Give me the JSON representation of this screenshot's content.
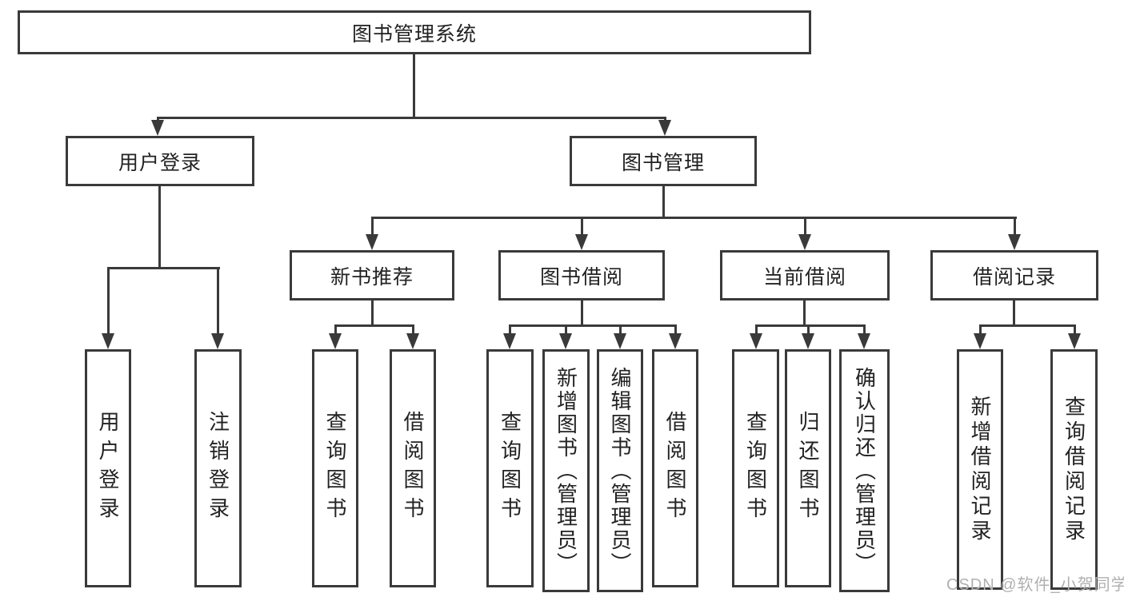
{
  "colors": {
    "line": "#3a3a3a",
    "text": "#222222",
    "box_background": "#ffffff",
    "watermark": "#b0b0b0"
  },
  "diagram": {
    "root": "图书管理系统",
    "branches": [
      {
        "label": "用户登录",
        "leaves": [
          "用户登录",
          "注销登录"
        ]
      },
      {
        "label": "图书管理",
        "sections": [
          {
            "label": "新书推荐",
            "leaves": [
              "查询图书",
              "借阅图书"
            ]
          },
          {
            "label": "图书借阅",
            "leaves": [
              "查询图书",
              "新增图书（管理员）",
              "编辑图书（管理员）",
              "借阅图书"
            ]
          },
          {
            "label": "当前借阅",
            "leaves": [
              "查询图书",
              "归还图书",
              "确认归还（管理员）"
            ]
          },
          {
            "label": "借阅记录",
            "leaves": [
              "新增借阅记录",
              "查询借阅记录"
            ]
          }
        ]
      }
    ]
  },
  "watermark": {
    "text": "CSDN @软件_小贺同学"
  }
}
